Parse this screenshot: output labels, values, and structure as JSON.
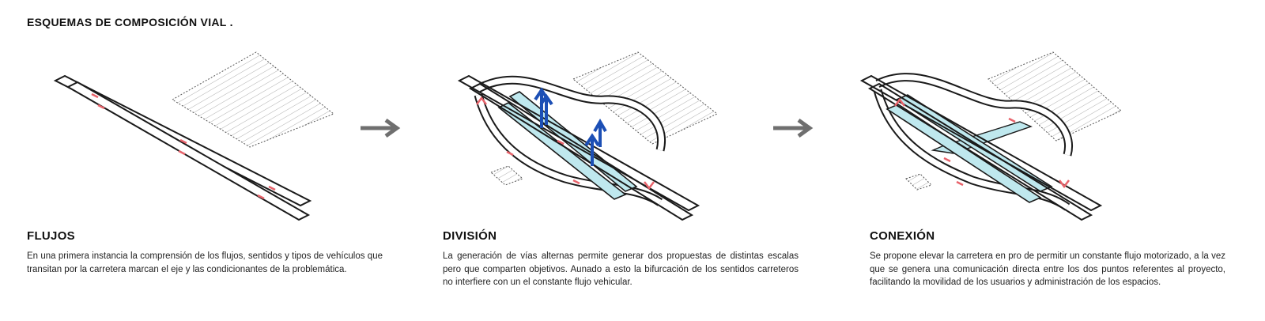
{
  "title": "ESQUEMAS DE COMPOSICIÓN  VIAL .",
  "sections": [
    {
      "heading": "FLUJOS",
      "text": "En una primera instancia la comprensión de los flujos, sentidos y tipos de vehículos que transitan por la carretera marcan el eje y las condicionantes de la problemática."
    },
    {
      "heading": "DIVISIÓN",
      "text": "La generación de vías alternas permite generar dos propuestas de distintas escalas pero que comparten objetivos. Aunado a esto la bifurcación de los sentidos carreteros no interfiere con un el constante flujo vehicular."
    },
    {
      "heading": "CONEXIÓN",
      "text": "Se propone elevar la carretera en pro de permitir un constante flujo motorizado, a la vez que se genera una comunicación directa entre los dos puntos referentes al proyecto, facilitando la movilidad de los usuarios y administración de los espacios."
    }
  ],
  "colors": {
    "road_stroke": "#1a1a1a",
    "flow_marks": "#e8636b",
    "bridge_fill": "#bfe8ee",
    "bridge_stroke": "#2a9fb0",
    "upward_arrows": "#1c4fb5",
    "process_arrow": "#6f6f6f",
    "hatch": "#9a9a9a"
  },
  "icons": [
    "process-arrow-icon",
    "upward-arrow-icon"
  ]
}
